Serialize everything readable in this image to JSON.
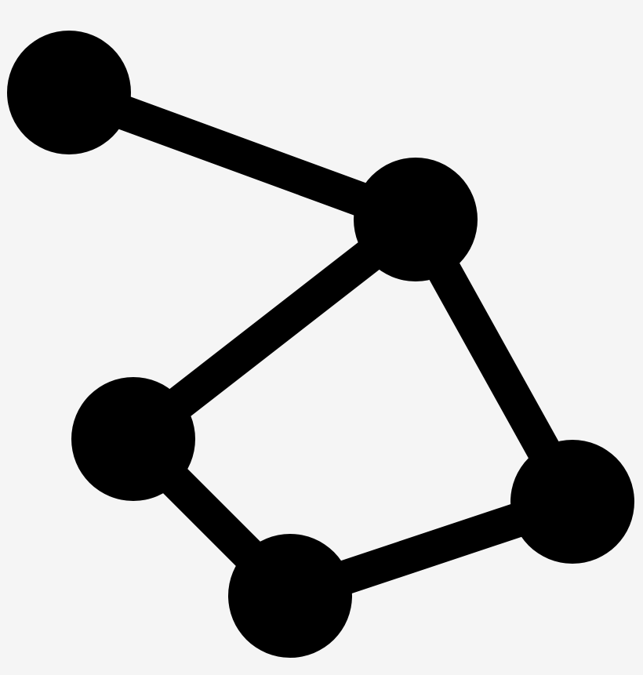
{
  "colors": {
    "background": "#f5f5f5",
    "ink": "#000000"
  },
  "icon": {
    "name": "network-graph-icon",
    "kind": "constellation / node-link graph",
    "node_count": 5,
    "edge_count": 5,
    "edges": [
      [
        "node-1",
        "node-2"
      ],
      [
        "node-2",
        "node-3"
      ],
      [
        "node-2",
        "node-5"
      ],
      [
        "node-3",
        "node-4"
      ],
      [
        "node-4",
        "node-5"
      ]
    ]
  }
}
